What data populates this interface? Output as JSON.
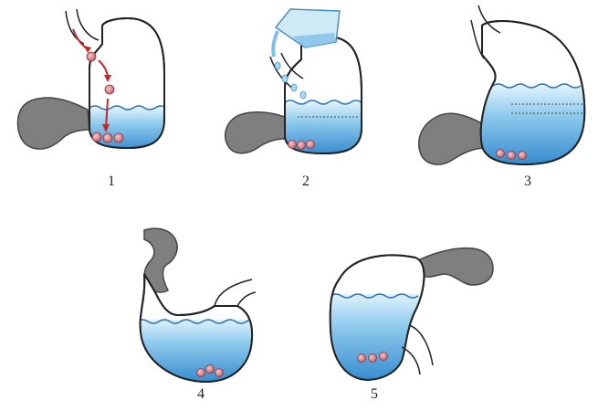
{
  "panels": [
    {
      "number": "1"
    },
    {
      "number": "2"
    },
    {
      "number": "3"
    },
    {
      "number": "4"
    },
    {
      "number": "5"
    }
  ],
  "colors": {
    "water_light": "#bfe3f5",
    "water_dark": "#3a8fd0",
    "intestine_gray": "#7a7a7a",
    "pill": "#d8838a",
    "arrow": "#c0282b",
    "outline": "#222222"
  },
  "icons": [
    "stomach-icon",
    "duodenum-icon",
    "pill-icon",
    "water-glass-icon",
    "arrow-icon"
  ]
}
